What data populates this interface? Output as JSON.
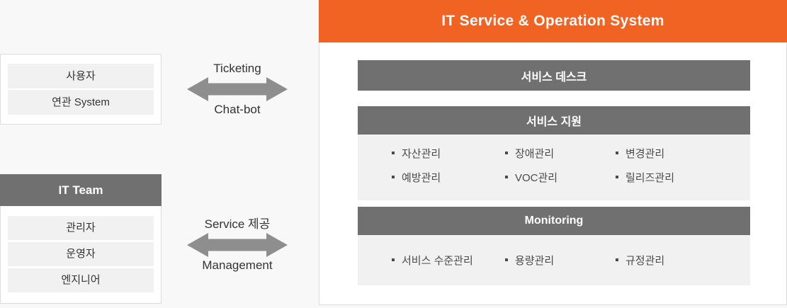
{
  "colors": {
    "accent_orange": "#F06322",
    "bar_gray": "#707070",
    "light_gray": "#F1F1F1",
    "arrow_gray": "#8E8E8E",
    "page_bg": "#F8F8F8",
    "border": "#DCDCDC"
  },
  "users_box": {
    "items": [
      "사용자",
      "연관 System"
    ]
  },
  "it_team_box": {
    "title": "IT Team",
    "items": [
      "관리자",
      "운영자",
      "엔지니어"
    ]
  },
  "arrows": [
    {
      "top_label": "Ticketing",
      "bottom_label": "Chat-bot"
    },
    {
      "top_label": "Service 제공",
      "bottom_label": "Management"
    }
  ],
  "panel": {
    "title": "IT Service & Operation System",
    "sections": [
      {
        "title": "서비스 데스크",
        "items": []
      },
      {
        "title": "서비스 지원",
        "items": [
          "자산관리",
          "장애관리",
          "변경관리",
          "예방관리",
          "VOC관리",
          "릴리즈관리"
        ]
      },
      {
        "title": "Monitoring",
        "items": [
          "서비스 수준관리",
          "용량관리",
          "규정관리"
        ]
      }
    ]
  }
}
